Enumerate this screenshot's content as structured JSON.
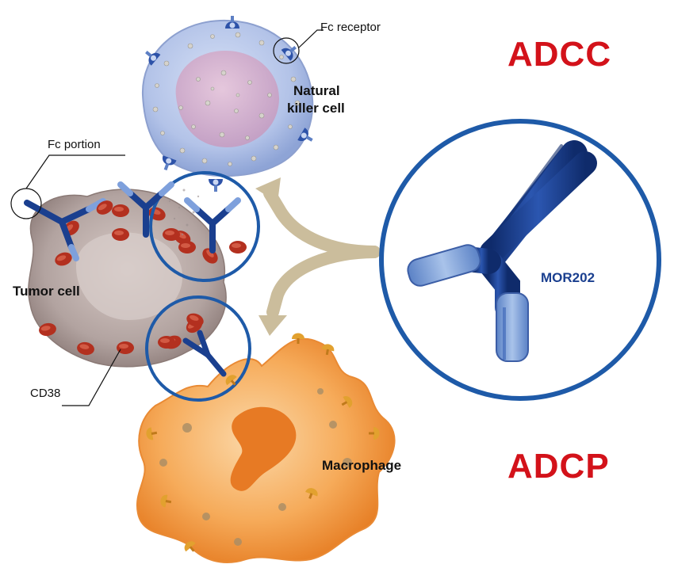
{
  "labels": {
    "fc_receptor": "Fc receptor",
    "fc_portion": "Fc portion",
    "natural_killer_line1": "Natural",
    "natural_killer_line2": "killer cell",
    "tumor_cell": "Tumor cell",
    "cd38": "CD38",
    "macrophage": "Macrophage",
    "antibody": "MOR202",
    "adcc": "ADCC",
    "adcp": "ADCP"
  },
  "colors": {
    "title_red": "#d3121a",
    "antibody_blue": "#1a3f8f",
    "circle_blue": "#1e5aa8",
    "arrow_tan": "#cbbd9c",
    "cd38_red": "#b3301f",
    "nk_cell": "#b9c8ea",
    "tumor_cell": "#b9aaa6",
    "macrophage": "#f3a24c"
  }
}
